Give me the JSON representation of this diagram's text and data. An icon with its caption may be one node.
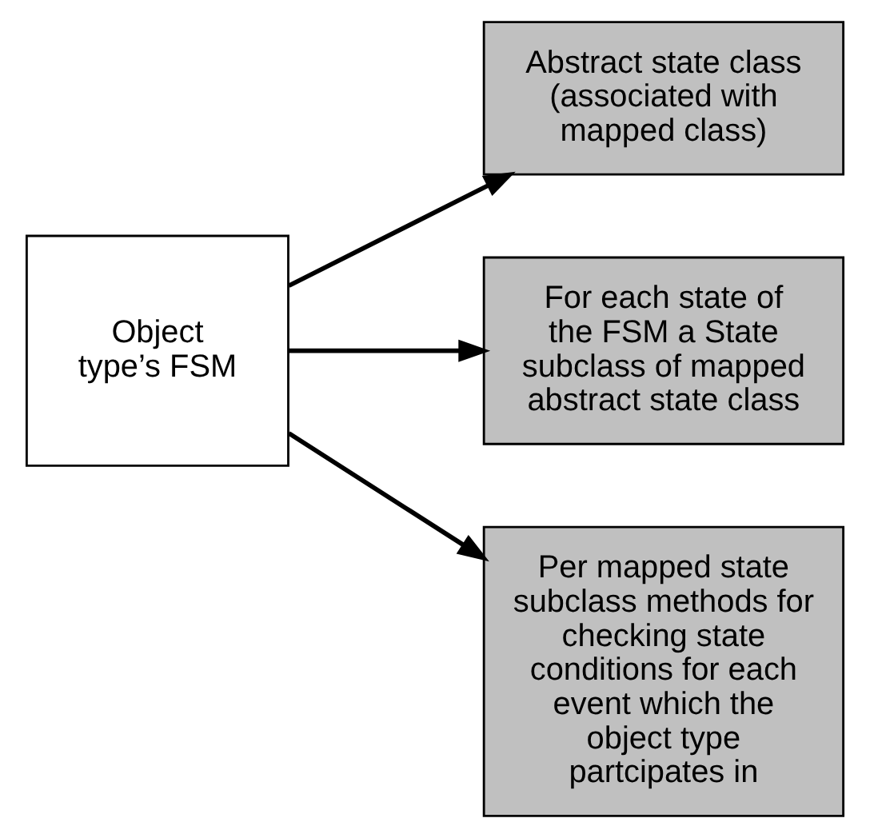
{
  "diagram": {
    "nodes": [
      {
        "text": [
          "Object type’s FSM"
        ]
      },
      {
        "text": [
          "Abstract state class (associated with mapped class)"
        ]
      },
      {
        "text": [
          "For each state of the FSM a State subclass of mapped abstract state class"
        ]
      },
      {
        "text": [
          "Per mapped state subclass methods for checking state conditions for each event which the object type partcipates in"
        ]
      }
    ],
    "edges": [
      {
        "from": 0,
        "to": 1,
        "arrow": "to"
      },
      {
        "from": 0,
        "to": 2,
        "arrow": "to"
      },
      {
        "from": 0,
        "to": 3,
        "arrow": "to"
      }
    ]
  }
}
